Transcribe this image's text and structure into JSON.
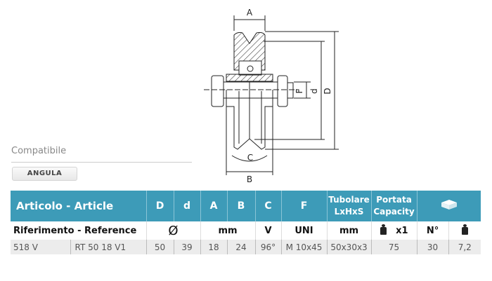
{
  "drawing": {
    "labels": {
      "A": "A",
      "B": "B",
      "C": "C",
      "D": "D",
      "d": "d",
      "F": "F"
    }
  },
  "compatible": {
    "label": "Compatibile",
    "tag": "ANGULA"
  },
  "table": {
    "header": {
      "article": "Articolo - Article",
      "D": "D",
      "d": "d",
      "A": "A",
      "B": "B",
      "C": "C",
      "F": "F",
      "tube1": "Tubolare",
      "tube2": "LxHxS",
      "cap1": "Portata",
      "cap2": "Capacity",
      "box_icon": "box-icon"
    },
    "units": {
      "reference": "Riferimento - Reference",
      "diameter": "Ø",
      "mm": "mm",
      "V": "V",
      "UNI": "UNI",
      "mm2": "mm",
      "x1": "x1",
      "N": "N°",
      "weight_icon": "kg-weight-icon"
    },
    "row": {
      "code": "518 V",
      "reference": "RT 50 18 V1",
      "D": "50",
      "d": "39",
      "A": "18",
      "B": "24",
      "C": "96°",
      "F": "M 10x45",
      "tube": "50x30x3",
      "capacity": "75",
      "pack": "30",
      "weight": "7,2"
    }
  },
  "colors": {
    "header": "#3d9bb8"
  }
}
